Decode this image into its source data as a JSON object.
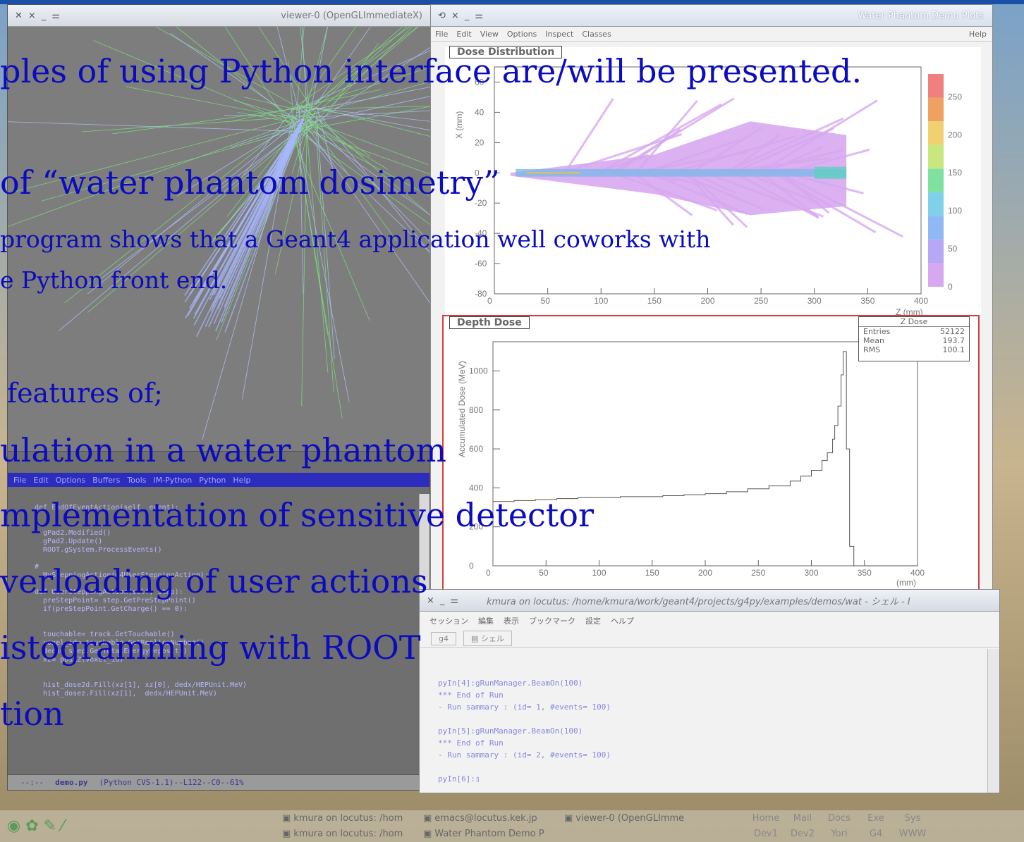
{
  "viewer": {
    "title": "viewer-0 (OpenGLImmediateX)"
  },
  "plots_window": {
    "title": "Water Phantom Demo Plots",
    "menu": [
      "File",
      "Edit",
      "View",
      "Options",
      "Inspect",
      "Classes"
    ],
    "help": "Help",
    "top_pad_title": "Dose Distribution",
    "bottom_pad_title": "Depth Dose"
  },
  "chart_data": [
    {
      "type": "heatmap",
      "title": "Dose Distribution",
      "xlabel": "Z (mm)",
      "ylabel": "X (mm)",
      "xlim": [
        0,
        400
      ],
      "ylim": [
        -80,
        70
      ],
      "x_ticks": [
        "0",
        "50",
        "100",
        "150",
        "200",
        "250",
        "300",
        "350",
        "400"
      ],
      "y_ticks": [
        "-80",
        "-60",
        "-40",
        "-20",
        "0",
        "20",
        "40",
        "60"
      ],
      "colorbar_ticks": [
        "0",
        "50",
        "100",
        "150",
        "200",
        "250"
      ]
    },
    {
      "type": "bar",
      "title": "Depth Dose",
      "xlabel": "(mm)",
      "ylabel": "Accumulated Dose (MeV)",
      "xlim": [
        0,
        400
      ],
      "ylim": [
        0,
        1150
      ],
      "x_ticks": [
        "0",
        "50",
        "100",
        "150",
        "200",
        "250",
        "300",
        "350",
        "400"
      ],
      "y_ticks": [
        "0",
        "200",
        "400",
        "600",
        "800",
        "1000"
      ],
      "stats": {
        "name": "Z Dose",
        "entries": "52122",
        "mean": "193.7",
        "rms": "100.1"
      },
      "x": [
        0,
        20,
        40,
        60,
        80,
        100,
        120,
        140,
        160,
        180,
        200,
        220,
        240,
        260,
        280,
        290,
        300,
        310,
        315,
        320,
        322,
        325,
        328,
        330,
        333,
        336,
        340,
        400
      ],
      "y": [
        330,
        335,
        340,
        345,
        350,
        350,
        355,
        355,
        360,
        365,
        370,
        380,
        395,
        410,
        435,
        460,
        490,
        540,
        580,
        650,
        720,
        820,
        980,
        1100,
        600,
        100,
        0,
        0
      ]
    }
  ],
  "emacs": {
    "menu": [
      "File",
      "Edit",
      "Options",
      "Buffers",
      "Tools",
      "IM-Python",
      "Python",
      "Help"
    ],
    "code": [
      "def EndOfEventAction(self, event):",
      "",
      "",
      "  gPad2.Modified()",
      "  gPad2.Update()",
      "  ROOT.gSystem.ProcessEvents()",
      "",
      "#",
      "  MySteppingAction(G4UserSteppingAction):",
      "",
      "def UserSteppingAction(self, step):",
      "  preStepPoint= step.GetPreStepPoint()",
      "  if(preStepPoint.GetCharge() == 0):",
      "",
      "",
      "  touchable= track.GetTouchable()",
      "  voxel_id= touchable.GetReplicaNumber()",
      "  dedx= step.GetTotalEnergyDeposit()",
      "  xz= posXZ(voxel_id)",
      "",
      "",
      "  hist_dose2d.Fill(xz[1], xz[0], dedx/HEPUnit.MeV)",
      "  hist_dosez.Fill(xz[1],  dedx/HEPUnit.MeV)"
    ],
    "modeline_file": "demo.py",
    "modeline_info": "(Python CVS-1.1)--L122--C0--61%"
  },
  "terminal": {
    "title": "kmura on locutus: /home/kmura/work/geant4/projects/g4py/examples/demos/wat - シェル - I",
    "menu": [
      "セッション",
      "編集",
      "表示",
      "ブックマーク",
      "設定",
      "ヘルプ"
    ],
    "tab": "シェル",
    "lines": [
      "pyIn[4]:gRunManager.BeamOn(100)",
      "*** End of Run",
      "- Run sammary : (id= 1, #events= 100)",
      "",
      "pyIn[5]:gRunManager.BeamOn(100)",
      "*** End of Run",
      "- Run sammary : (id= 2, #events= 100)",
      "",
      "pyIn[6]:▯"
    ]
  },
  "taskbar": {
    "tasks_top": [
      "kmura on locutus: /hom",
      "emacs@locutus.kek.jp",
      "viewer-0 (OpenGLImme"
    ],
    "tasks_bottom": [
      "kmura on locutus: /hom",
      "Water Phantom Demo P"
    ],
    "pager_top": [
      "Home",
      "Mail",
      "Docs",
      "Exe",
      "Sys"
    ],
    "pager_bottom": [
      "Dev1",
      "Dev2",
      "Yori",
      "G4",
      "WWW"
    ]
  },
  "slide": {
    "line1": "ples of using Python interface are/will be presented.",
    "line2": "of “water phantom dosimetry”",
    "line3": "program shows that a Geant4 application well coworks with",
    "line4": "e Python front end.",
    "line5": "features of;",
    "line6": "ulation in a water phantom",
    "line7": "mplementation of sensitive detector",
    "line8": "verloading of user actions",
    "line9": "istogramming with ROOT",
    "line10": "tion"
  },
  "colors": {
    "slide_text": "#0b0bbf",
    "depth_pad_border": "#d04040"
  }
}
